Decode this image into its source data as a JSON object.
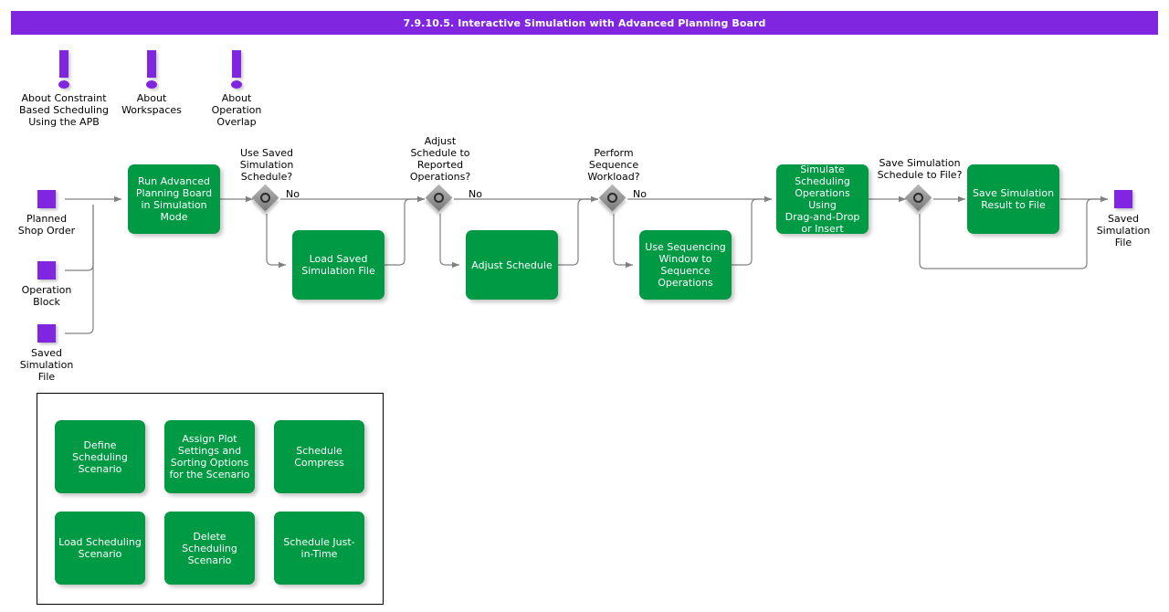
{
  "header": {
    "title": "7.9.10.5. Interactive Simulation with Advanced Planning Board",
    "bar_color": "#8126e0",
    "text_color": "#ffffff"
  },
  "palette": {
    "process_green": "#009944",
    "node_purple": "#8126e0",
    "decision_gray": "#9b9b9b",
    "line_gray": "#808080",
    "text_black": "#000000"
  },
  "about_markers": [
    {
      "name": "about-constraint-based-scheduling",
      "label": "About Constraint\nBased Scheduling\nUsing the APB"
    },
    {
      "name": "about-workspaces",
      "label": "About\nWorkspaces"
    },
    {
      "name": "about-operation-overlap",
      "label": "About\nOperation\nOverlap"
    }
  ],
  "input_nodes": [
    {
      "name": "planned-shop-order",
      "label": "Planned\nShop Order"
    },
    {
      "name": "operation-block",
      "label": "Operation\nBlock"
    },
    {
      "name": "saved-simulation-file-input",
      "label": "Saved\nSimulation\nFile"
    }
  ],
  "output_nodes": [
    {
      "name": "saved-simulation-file-output",
      "label": "Saved\nSimulation\nFile"
    }
  ],
  "process_boxes": [
    {
      "name": "run-advanced-planning-board",
      "label": "Run Advanced\nPlanning Board\nin Simulation\nMode"
    },
    {
      "name": "load-saved-simulation-file",
      "label": "Load Saved\nSimulation File"
    },
    {
      "name": "adjust-schedule",
      "label": "Adjust Schedule"
    },
    {
      "name": "use-sequencing-window",
      "label": "Use Sequencing\nWindow to\nSequence\nOperations"
    },
    {
      "name": "simulate-scheduling-operations",
      "label": "Simulate\nScheduling\nOperations Using\nDrag-and-Drop\nor Insert"
    },
    {
      "name": "save-simulation-result-to-file",
      "label": "Save Simulation\nResult to File"
    }
  ],
  "decisions": [
    {
      "name": "use-saved-simulation-schedule",
      "label": "Use Saved\nSimulation\nSchedule?",
      "branch_label": "No"
    },
    {
      "name": "adjust-schedule-to-reported-operations",
      "label": "Adjust\nSchedule to\nReported\nOperations?",
      "branch_label": "No"
    },
    {
      "name": "perform-sequence-workload",
      "label": "Perform\nSequence\nWorkload?",
      "branch_label": "No"
    },
    {
      "name": "save-simulation-schedule-to-file",
      "label": "Save Simulation\nSchedule to File?",
      "branch_label": ""
    }
  ],
  "panel_boxes": [
    {
      "name": "define-scheduling-scenario",
      "label": "Define\nScheduling\nScenario"
    },
    {
      "name": "assign-plot-settings",
      "label": "Assign Plot\nSettings and\nSorting Options\nfor the Scenario"
    },
    {
      "name": "schedule-compress",
      "label": "Schedule\nCompress"
    },
    {
      "name": "load-scheduling-scenario",
      "label": "Load Scheduling\nScenario"
    },
    {
      "name": "delete-scheduling-scenario",
      "label": "Delete\nScheduling\nScenario"
    },
    {
      "name": "schedule-just-in-time",
      "label": "Schedule Just-\nin-Time"
    }
  ]
}
